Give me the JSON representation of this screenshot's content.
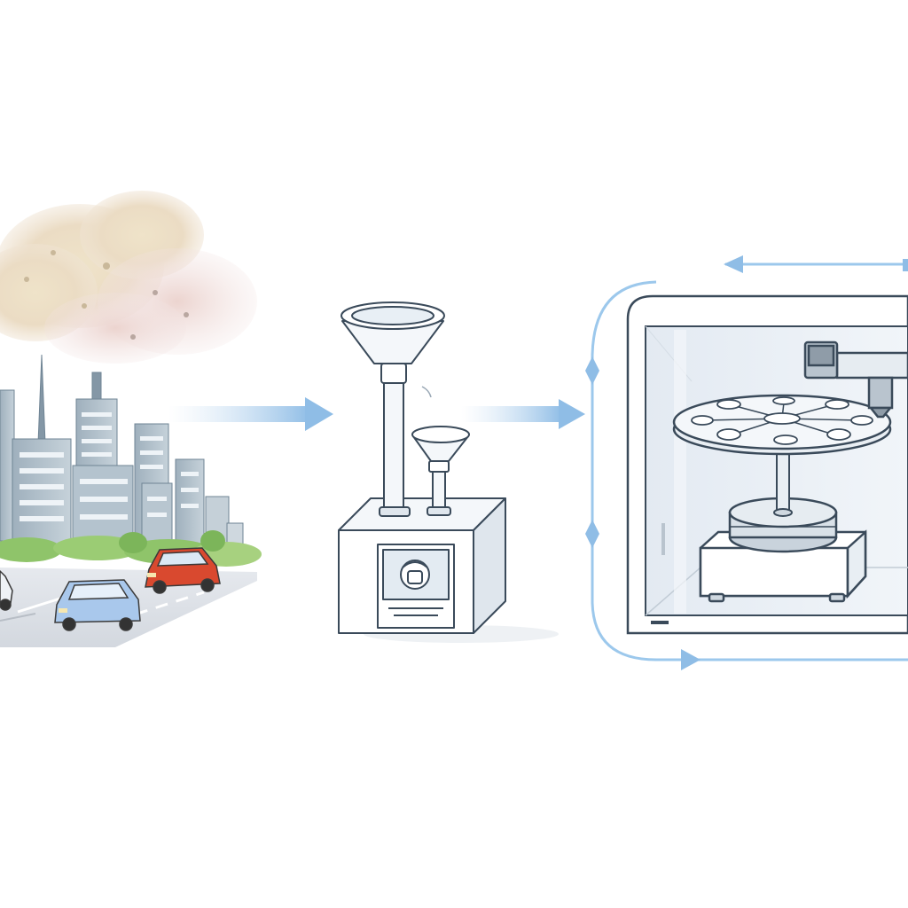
{
  "diagram": {
    "panels": [
      {
        "id": "pollution-source",
        "icon": "city-smog-icon"
      },
      {
        "id": "air-sampler",
        "icon": "air-sampler-icon"
      },
      {
        "id": "analysis-chamber",
        "icon": "rotating-filter-chamber-icon"
      }
    ],
    "connectors": [
      {
        "from": "pollution-source",
        "to": "air-sampler"
      },
      {
        "from": "air-sampler",
        "to": "analysis-chamber"
      },
      {
        "from": "analysis-chamber",
        "to": "analysis-chamber",
        "kind": "loop"
      }
    ]
  },
  "colors": {
    "arrow": "#8fbde6",
    "line": "#3a4a5a",
    "smog": "#e8d9c0",
    "car_red": "#d9492f",
    "car_blue": "#a9c8ec",
    "glass": "#eef3f8",
    "greenery": "#8fc46a"
  }
}
